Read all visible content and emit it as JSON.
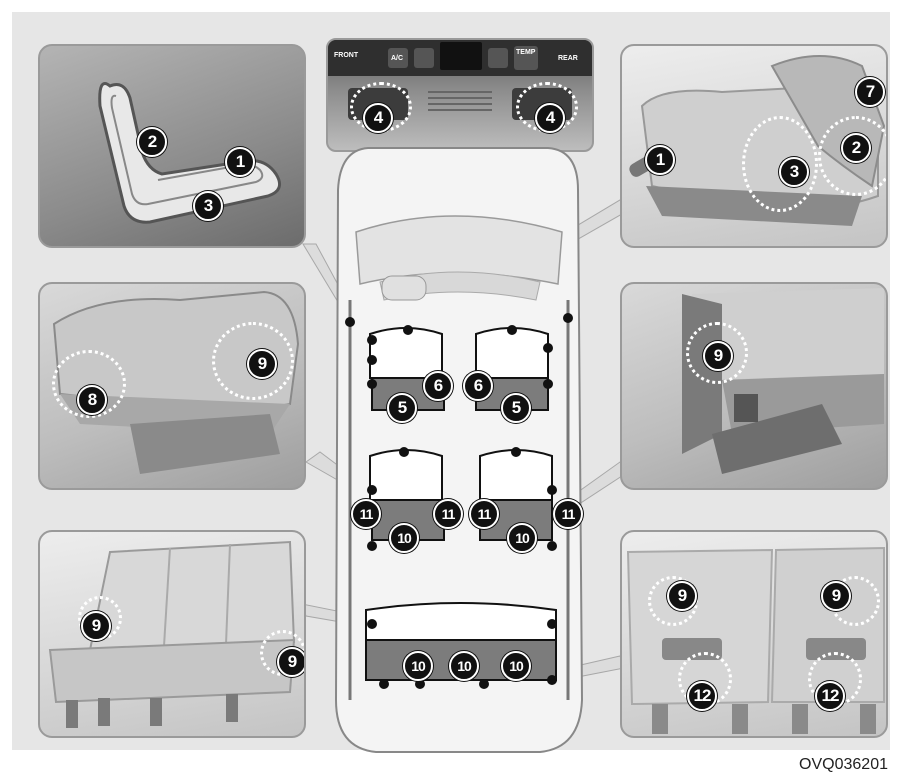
{
  "figure": {
    "code": "OVQ036201"
  },
  "console": {
    "front_label": "FRONT",
    "ac_label": "A/C",
    "temp_label": "TEMP",
    "rear_label": "REAR"
  },
  "callouts": {
    "driver_seat_control": [
      "2",
      "1",
      "3"
    ],
    "front_seat_photo": [
      "7",
      "1",
      "2",
      "3"
    ],
    "console": [
      "4",
      "4"
    ],
    "second_seat_side": [
      "8",
      "9"
    ],
    "second_seat_rear_detail": [
      "9"
    ],
    "car_layout": [
      "6",
      "6",
      "5",
      "5",
      "11",
      "11",
      "11",
      "11",
      "10",
      "10",
      "10",
      "10",
      "10"
    ],
    "third_row_bench": [
      "9",
      "9"
    ],
    "third_row_back": [
      "9",
      "9",
      "12",
      "12"
    ]
  },
  "colors": {
    "background": "#e6e6e6",
    "callout_fill": "#111111",
    "callout_text": "#ffffff",
    "highlight_ring": "#ffffff"
  }
}
